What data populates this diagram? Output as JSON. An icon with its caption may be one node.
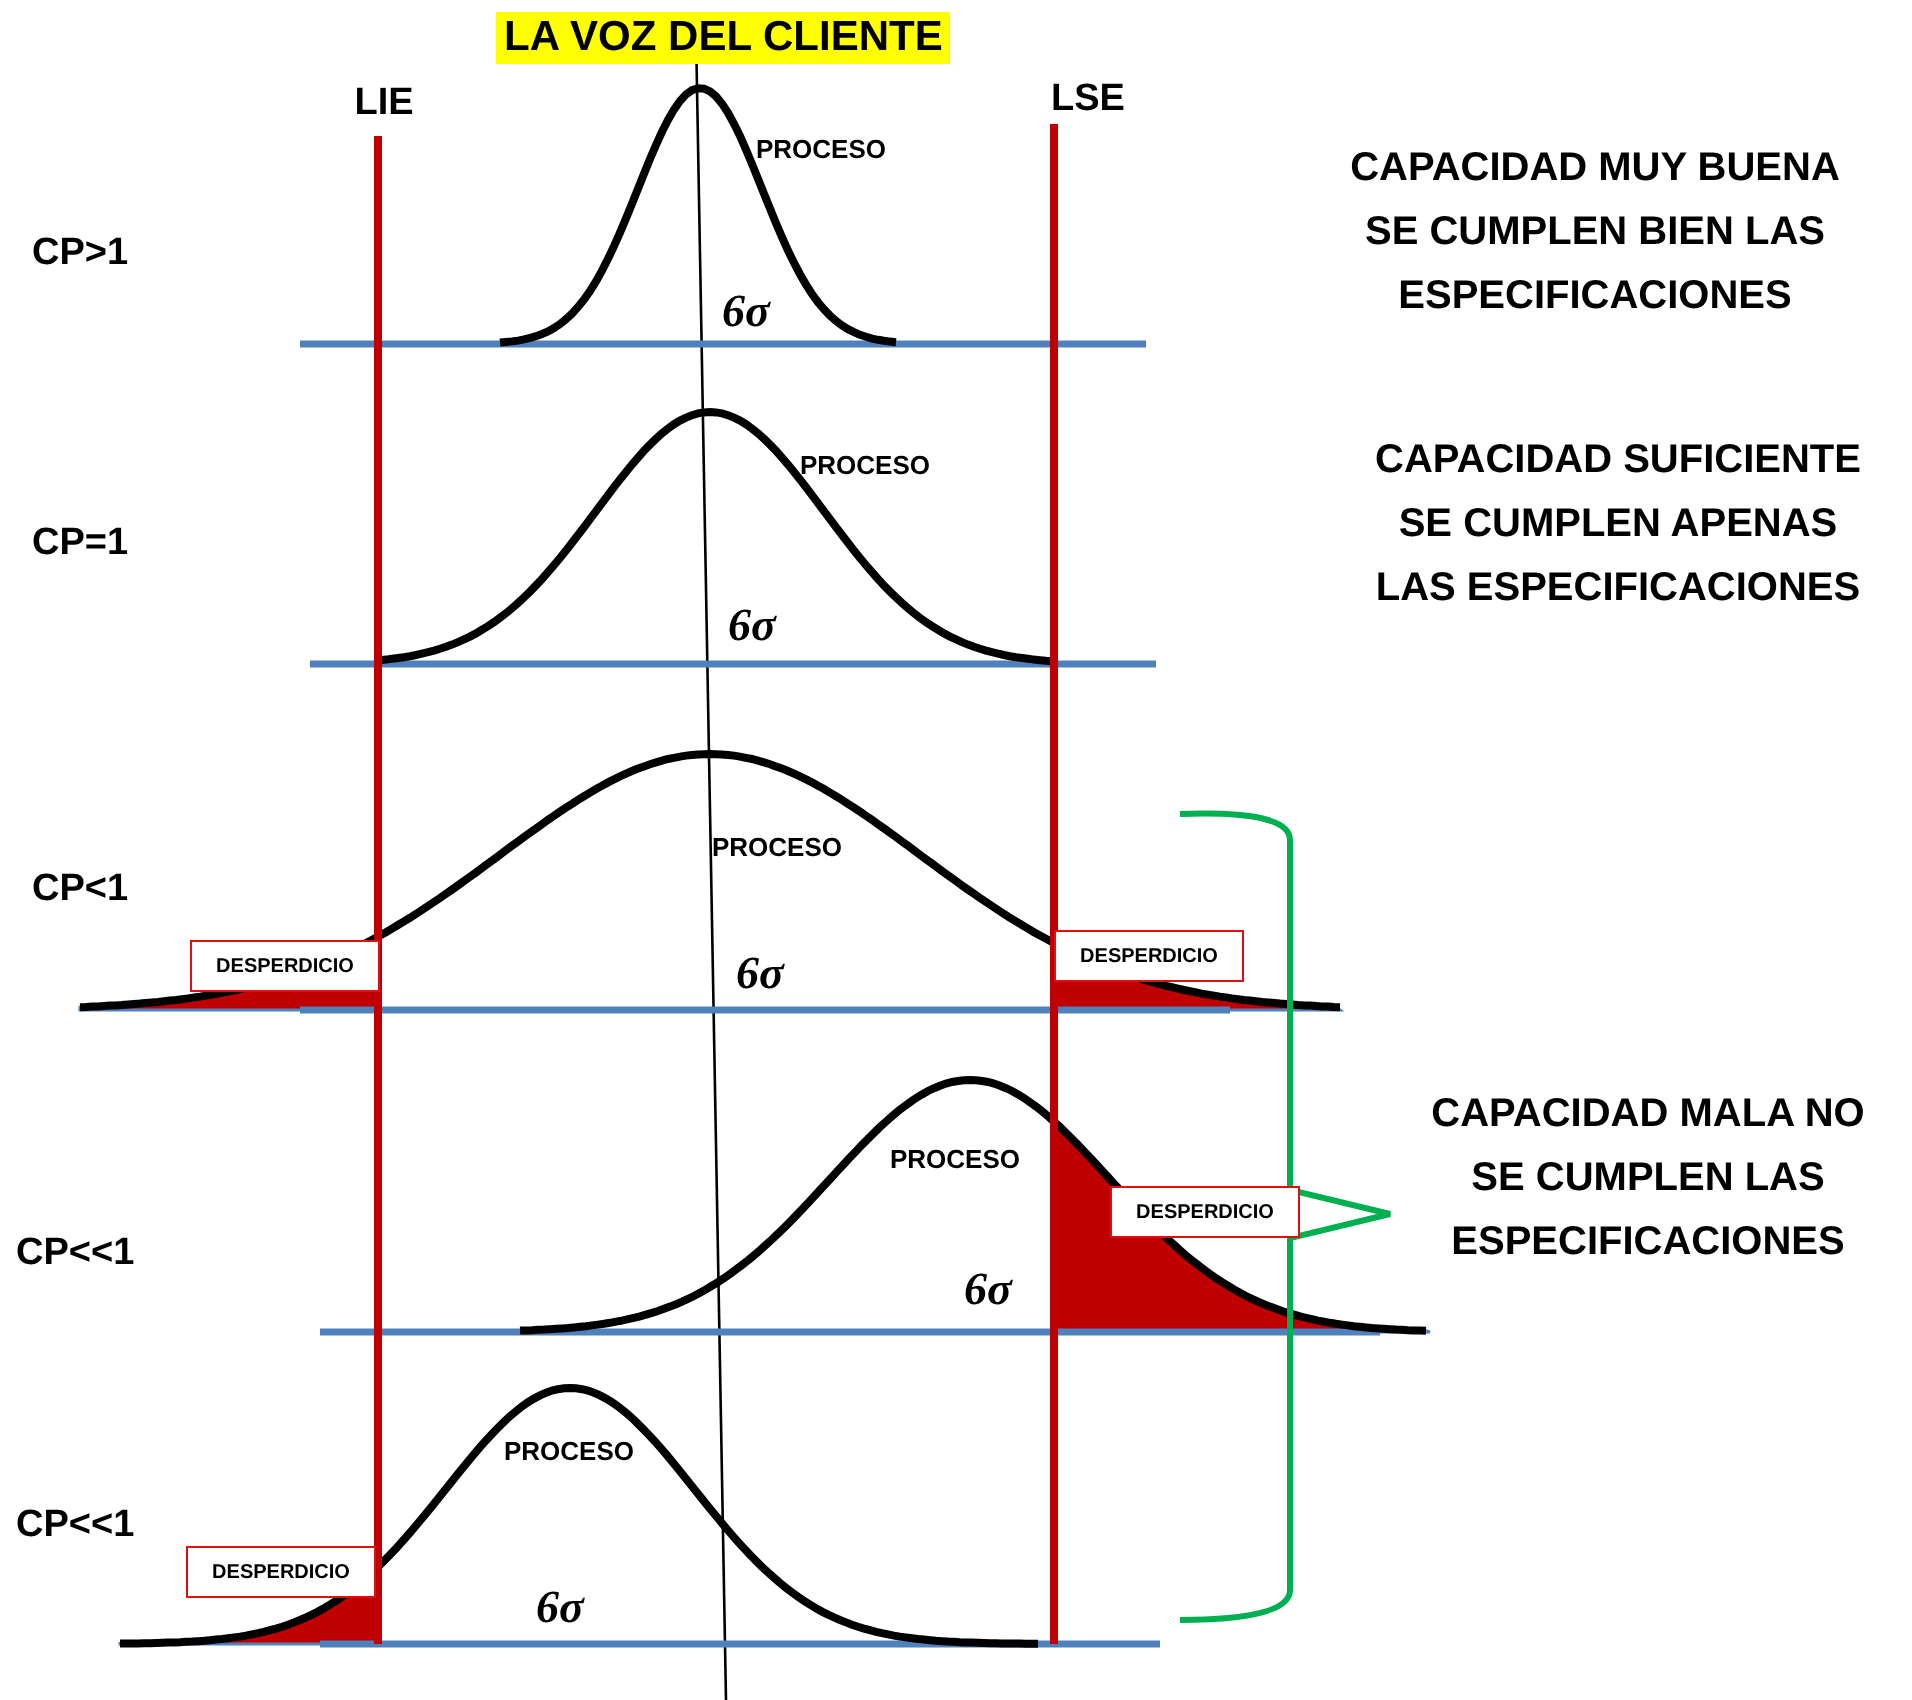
{
  "diagram": {
    "title": "LA VOZ DEL CLIENTE",
    "nodes": [
      {
        "text": [
          "DESPERDICIO"
        ]
      },
      {
        "text": [
          "DESPERDICIO"
        ]
      },
      {
        "text": [
          "DESPERDICIO"
        ]
      },
      {
        "text": [
          "DESPERDICIO"
        ]
      }
    ],
    "labels": [
      "LIE",
      "LSE",
      "CP>1",
      "PROCESO",
      "6σ",
      "CAPACIDAD MUY BUENA SE CUMPLEN BIEN LAS ESPECIFICACIONES",
      "CP=1",
      "PROCESO",
      "6σ",
      "CAPACIDAD SUFICIENTE SE CUMPLEN APENAS LAS ESPECIFICACIONES",
      "CP<1",
      "PROCESO",
      "6σ",
      "CP<<1",
      "PROCESO",
      "6σ",
      "CAPACIDAD MALA NO SE CUMPLEN LAS ESPECIFICACIONES",
      "CP<<1",
      "PROCESO",
      "6σ"
    ]
  }
}
